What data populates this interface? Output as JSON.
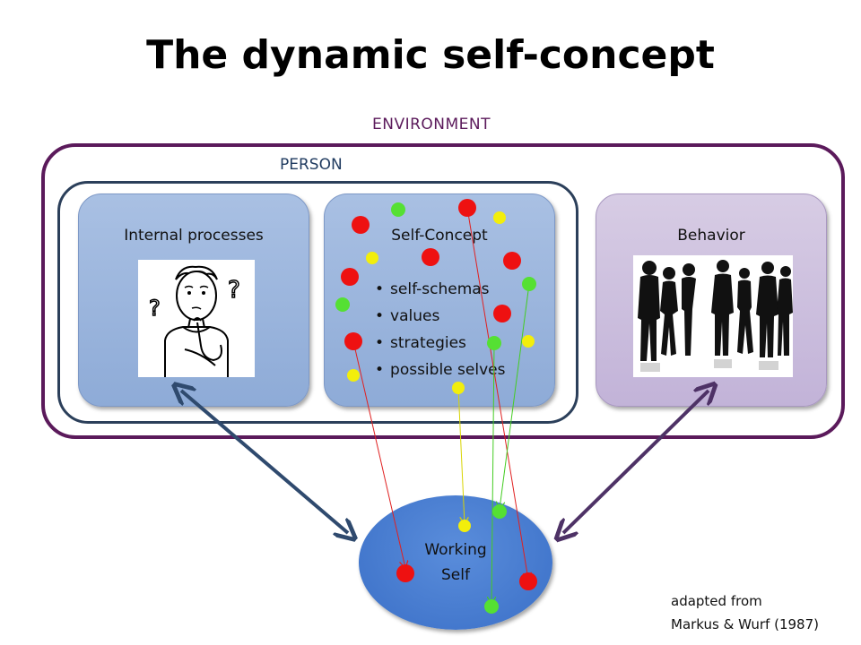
{
  "title": "The dynamic self-concept",
  "environment_label": "ENVIRONMENT",
  "person_label": "PERSON",
  "panels": {
    "internal": {
      "title": "Internal processes"
    },
    "self_concept": {
      "title": "Self-Concept",
      "items": [
        "self-schemas",
        "values",
        "strategies",
        "possible selves"
      ]
    },
    "behavior": {
      "title": "Behavior"
    }
  },
  "working_self": {
    "line1": "Working",
    "line2": "Self"
  },
  "credit": {
    "line1": "adapted from",
    "line2": "Markus & Wurf (1987)"
  },
  "colors": {
    "environment": "#5b1a5b",
    "person": "#2b3f5a",
    "red_dot": "#ee1111",
    "green_dot": "#55e033",
    "yellow_dot": "#f2ee0c"
  }
}
